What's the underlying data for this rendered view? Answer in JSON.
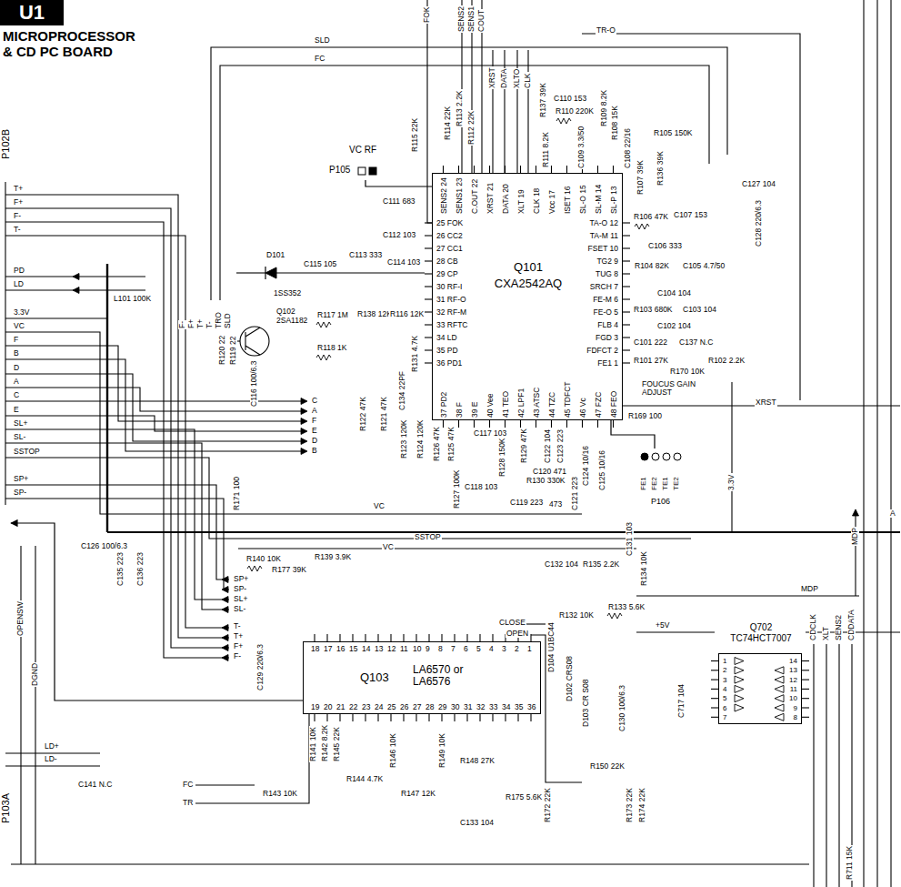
{
  "diagram": {
    "title": "MICROPROCESSOR & CD PC BOARD",
    "nodes": [
      {
        "text": [
          "U1"
        ]
      },
      {
        "text": [
          "Q101",
          "CXA2542AQ",
          "SENS2 24",
          "SENS1 23",
          "C.OUT 22",
          "XRST 21",
          "DATA 20",
          "XLT 19",
          "CLK 18",
          "Vcc 17",
          "ISET 16",
          "SL-O 15",
          "SL-M 14",
          "SL-P 13",
          "25 FOK",
          "26 CC2",
          "27 CC1",
          "28 CB",
          "29 CP",
          "30 RF-I",
          "31 RF-O",
          "32 RF-M",
          "33 RFTC",
          "34 LD",
          "35 PD",
          "36 PD1",
          "TA-O 12",
          "TA-M 11",
          "FSET 10",
          "TG2 9",
          "TUG 8",
          "SRCH 7",
          "FE-M 6",
          "FE-O 5",
          "FLB 4",
          "FGD 3",
          "FDFCT 2",
          "FE1 1",
          "37 PD2",
          "38 F",
          "39 E",
          "40 Vee",
          "41 TEO",
          "42 LPF1",
          "43 ATSC",
          "44 TZC",
          "45 TDFCT",
          "46 Vc",
          "47 FZC",
          "48 FEO"
        ]
      },
      {
        "text": [
          "Q103",
          "LA6570 or LA6576",
          "18",
          "17",
          "16",
          "15",
          "14",
          "13",
          "12",
          "11",
          "10",
          "9",
          "8",
          "7",
          "6",
          "5",
          "4",
          "3",
          "2",
          "1",
          "19",
          "20",
          "21",
          "22",
          "23",
          "24",
          "25",
          "26",
          "27",
          "28",
          "29",
          "30",
          "31",
          "32",
          "33",
          "34",
          "35",
          "36"
        ]
      },
      {
        "text": [
          "Q702",
          "TC74HCT7007",
          "1",
          "2",
          "3",
          "4",
          "5",
          "6",
          "7",
          "14",
          "13",
          "12",
          "11",
          "10",
          "9",
          "8"
        ]
      },
      {
        "text": [
          "P102B"
        ]
      },
      {
        "text": [
          "P103A"
        ]
      },
      {
        "text": [
          "VC RF",
          "P105"
        ]
      },
      {
        "text": [
          "FE1",
          "FE2",
          "TE1",
          "TE2",
          "P106"
        ]
      }
    ],
    "edges": [
      {
        "from": 6,
        "to": 1,
        "arrow": "none"
      },
      {
        "from": 7,
        "to": 1,
        "arrow": "none"
      },
      {
        "from": 2,
        "to": 4,
        "arrow": "to"
      }
    ],
    "labels": [
      "SLD",
      "FC",
      "FOK",
      "SENS2",
      "SENS1",
      "COUT",
      "TR-O",
      "XRST",
      "DATA",
      "XLTO",
      "CLK",
      "R115 22K",
      "R114 22K",
      "R113 2.2K",
      "R112 22K",
      "R137 39K",
      "C110 153",
      "R109 8.2K",
      "R110 220K",
      "R111 8.2K",
      "C109 3.3/50",
      "R108 15K",
      "C108 22/16",
      "R107 39K",
      "R105 150K",
      "R136 39K",
      "R106 47K",
      "C107 153",
      "C127 104",
      "C128 220/6.3",
      "C106 333",
      "R104 82K",
      "C105 4.7/50",
      "C104 104",
      "R103 680K",
      "C103 104",
      "C102 104",
      "C101 222",
      "C137 N.C",
      "R101 27K",
      "R170 10K",
      "R102 2.2K",
      "FOUCUS GAIN ADJUST",
      "XRST",
      "3.3V",
      "MDP",
      "A",
      "C124 10/16",
      "C125 10/16",
      "C122 104",
      "C123 223",
      "R169 100",
      "C117 103",
      "R128 150K",
      "R129 47K",
      "C120 471",
      "C118 103",
      "R130 330K",
      "R127 100K",
      "C119 223",
      "C121 223",
      "473",
      "VC",
      "SSTOP",
      "VC",
      "C111 683",
      "C112 103",
      "C113 333",
      "C114 103",
      "C115 105",
      "D101",
      "1SS352",
      "L101 100K",
      "F-",
      "F+",
      "T+",
      "T-",
      "TRO",
      "SLD",
      "Q102",
      "2SA1182",
      "R117 1M",
      "R118 1K",
      "R138 12K",
      "R116 12K",
      "R131 4.7K",
      "C134 22PF",
      "R120 22",
      "R119 22",
      "C116 100/6.3",
      "R122 47K",
      "R121 47K",
      "R123 120K",
      "R124 120K",
      "R126 47K",
      "R125 47K",
      "C",
      "A",
      "F",
      "E",
      "D",
      "B",
      "R171 100",
      "C126 100/6.3",
      "C135 223",
      "C136 223",
      "R140 10K",
      "R177 39K",
      "R139 3.9K",
      "SP+",
      "SP-",
      "SL+",
      "SL-",
      "T-",
      "T+",
      "F+",
      "F-",
      "C132 104",
      "R135 2.2K",
      "C131 103",
      "R134 10K",
      "R133 5.6K",
      "R132 10K",
      "MDP",
      "+5V",
      "CLOSE",
      "OPEN",
      "D104 U1BC44",
      "D102 CRS08",
      "D103 CR S08",
      "C130 100/6.3",
      "C129 220/6.3",
      "R141 10K",
      "R142 8.2K",
      "R145 22K",
      "R144 4.7K",
      "R146 10K",
      "R147 12K",
      "R149 10K",
      "R148 27K",
      "R175 5.6K",
      "C133 104",
      "R143 10K",
      "FC",
      "TR",
      "R150 22K",
      "R172 22K",
      "R173 22K",
      "R174 22K",
      "C717 104",
      "C141 N.C",
      "R711 15K",
      "CDCLK",
      "XLT",
      "SENS2",
      "CDDATA",
      "T+",
      "F+",
      "F-",
      "T-",
      "PD",
      "LD",
      "3.3V",
      "VC",
      "F",
      "B",
      "D",
      "A",
      "C",
      "E",
      "SL+",
      "SL-",
      "SSTOP",
      "SP+",
      "SP-",
      "OPENSW",
      "DGND",
      "LD+",
      "LD-"
    ]
  }
}
